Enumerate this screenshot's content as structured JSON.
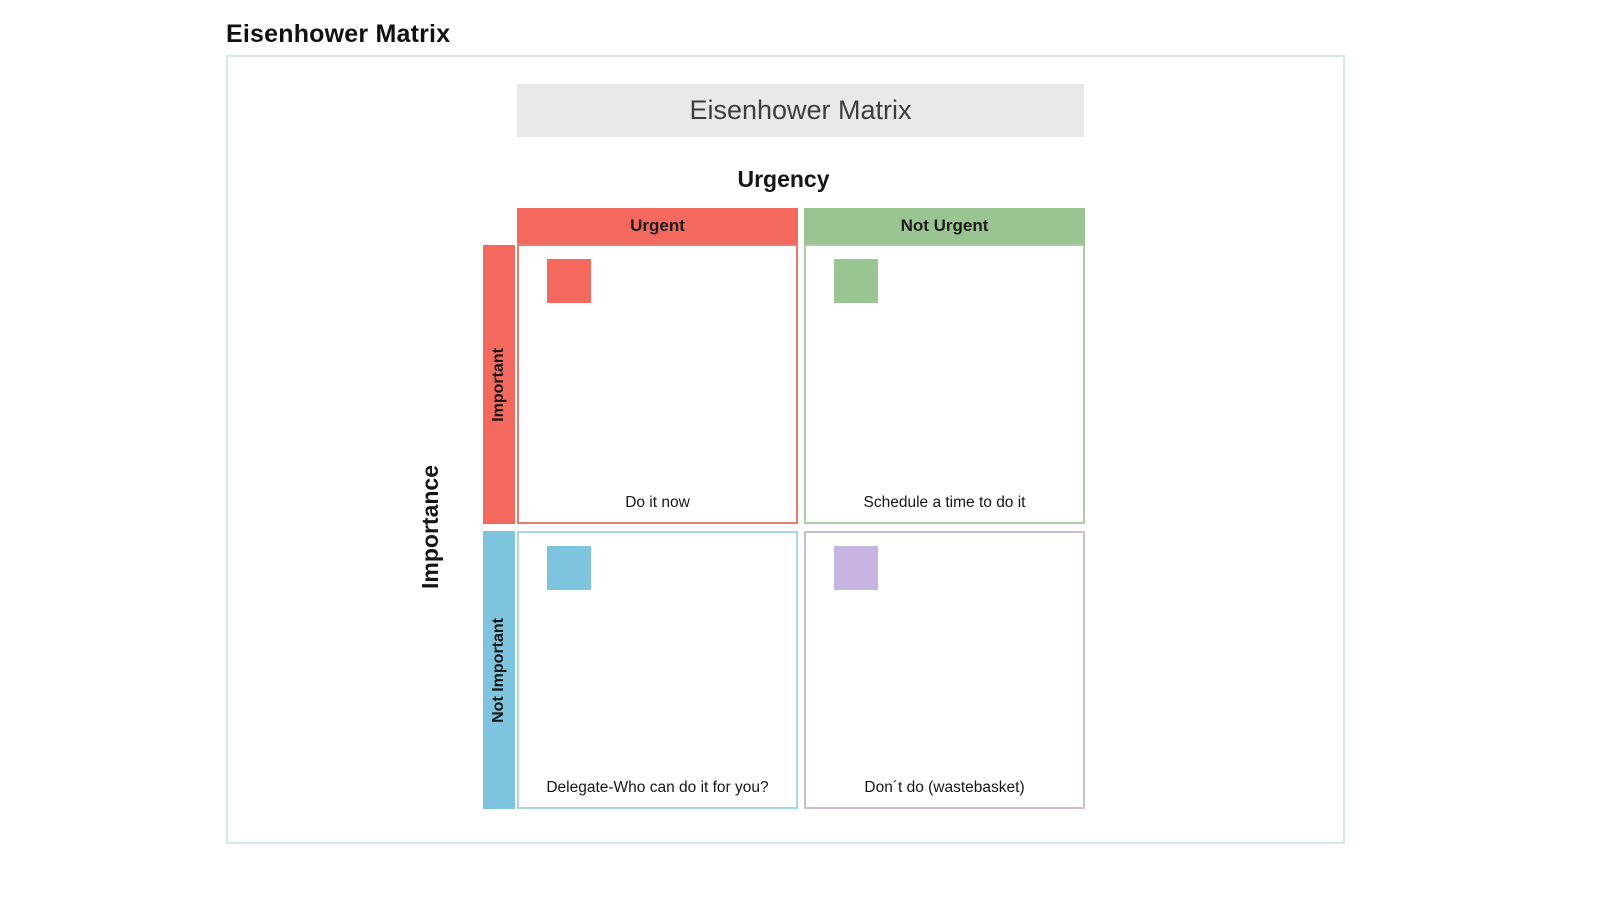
{
  "page": {
    "title": "Eisenhower Matrix"
  },
  "colors": {
    "frame_border": "#D6E8EE",
    "title_bar_bg": "#E9E9E9",
    "title_bar_text": "#3E3E3E",
    "salmon": "#F4695E",
    "green": "#9AC593",
    "blue": "#7FC4DE",
    "purple": "#C6B3DF"
  },
  "matrix": {
    "title": "Eisenhower Matrix",
    "x_axis": {
      "label": "Urgency"
    },
    "y_axis": {
      "label": "Importance"
    },
    "columns": [
      {
        "label": "Urgent",
        "color": "#F4695E"
      },
      {
        "label": "Not Urgent",
        "color": "#9AC593"
      }
    ],
    "rows": [
      {
        "label": "Important",
        "color": "#F4695E"
      },
      {
        "label": "Not Important",
        "color": "#7FC4DE"
      }
    ],
    "quadrants": [
      {
        "label": "Do it now",
        "accent": "#F4695E",
        "border": "#ED7A71"
      },
      {
        "label": "Schedule a time to do it",
        "accent": "#9AC593",
        "border": "#ABCDA5"
      },
      {
        "label": "Delegate-Who can do it for you?",
        "accent": "#7FC4DE",
        "border": "#A9D6E5"
      },
      {
        "label": "Don´t do (wastebasket)",
        "accent": "#C6B3DF",
        "border": "#CBBAE2"
      }
    ]
  }
}
